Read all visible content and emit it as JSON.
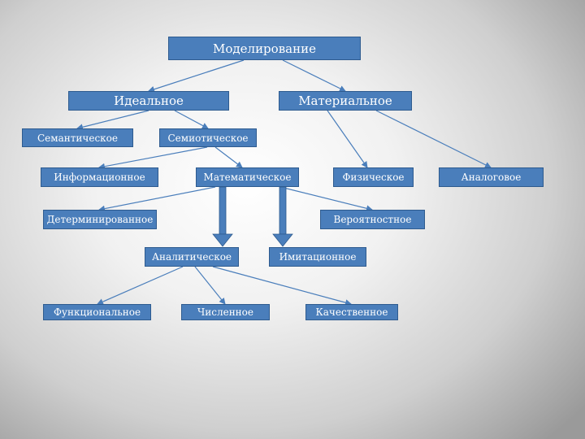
{
  "nodes": {
    "modeling": "Моделирование",
    "ideal": "Идеальное",
    "material": "Материальное",
    "semantic": "Семантическое",
    "semiotic": "Семиотическое",
    "informational": "Информационное",
    "mathematical": "Математическое",
    "physical": "Физическое",
    "analog": "Аналоговое",
    "deterministic": "Детерминированное",
    "probabilistic": "Вероятностное",
    "analytical": "Аналитическое",
    "simulation": "Имитационное",
    "functional": "Функциональное",
    "numerical": "Численное",
    "qualitative": "Качественное"
  },
  "colors": {
    "node_fill": "#4a7ebb",
    "node_border": "#2e5b8f",
    "connector": "#4a7ebb",
    "node_text": "#ffffff"
  }
}
